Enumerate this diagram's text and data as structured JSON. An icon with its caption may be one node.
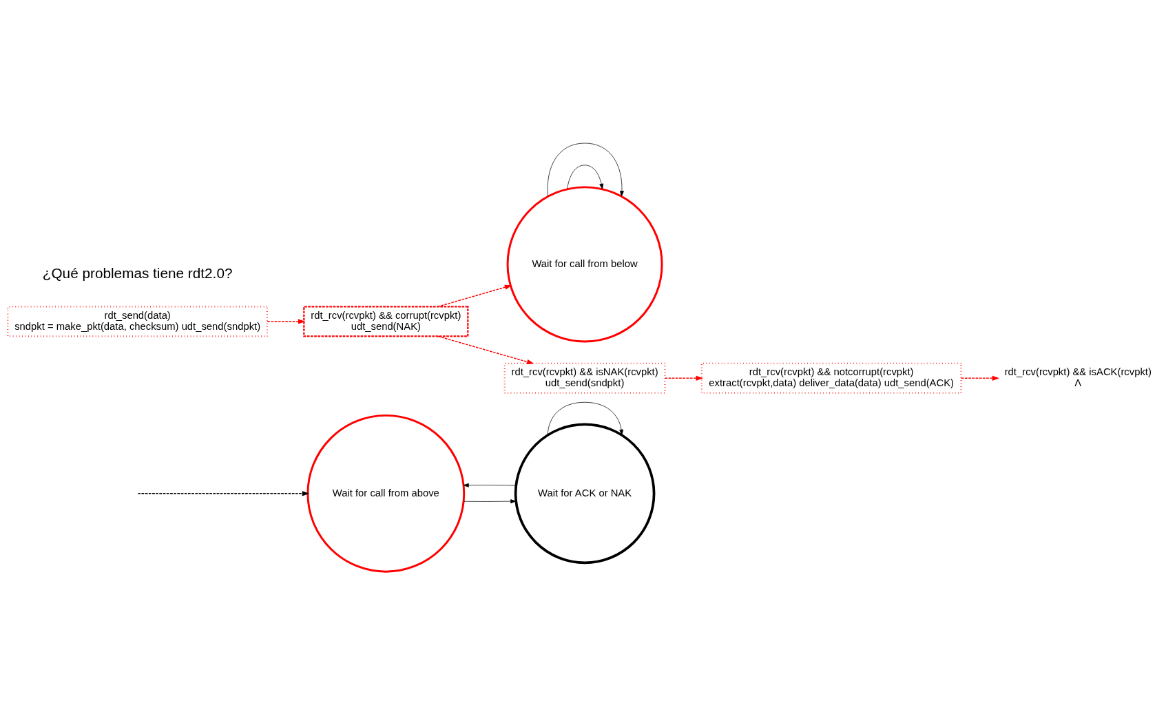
{
  "diagram": {
    "nodes": [
      {
        "text": [
          "Wait for call from above"
        ]
      },
      {
        "text": [
          "Wait for ACK or NAK"
        ]
      },
      {
        "text": [
          "Wait for call from below"
        ]
      },
      {
        "text": [
          "rdt_send(data)",
          "sndpkt = make_pkt(data, checksum) udt_send(sndpkt)"
        ]
      },
      {
        "text": [
          "rdt_rcv(rcvpkt) && isNAK(rcvpkt)",
          "udt_send(sndpkt)"
        ]
      },
      {
        "text": [
          "rdt_rcv(rcvpkt) && isACK(rcvpkt)",
          "Λ"
        ]
      },
      {
        "text": [
          "rdt_rcv(rcvpkt) && corrupt(rcvpkt)",
          "udt_send(NAK)"
        ]
      },
      {
        "text": [
          "rdt_rcv(rcvpkt) && notcorrupt(rcvpkt)",
          "extract(rcvpkt,data) deliver_data(data) udt_send(ACK)"
        ]
      }
    ],
    "edges": [
      {
        "from": null,
        "to": 0,
        "arrow": "to",
        "style": "dashed"
      },
      {
        "from": 0,
        "to": 1,
        "arrow": "to"
      },
      {
        "from": 1,
        "to": 1,
        "arrow": "to"
      },
      {
        "from": 1,
        "to": 0,
        "arrow": "to"
      },
      {
        "from": 2,
        "to": 2,
        "arrow": "to"
      },
      {
        "from": 2,
        "to": 2,
        "arrow": "to"
      },
      {
        "from": 3,
        "to": 6,
        "arrow": "to",
        "style": "dashed",
        "color": "#ff0000"
      },
      {
        "from": 6,
        "to": 4,
        "arrow": "to",
        "style": "dashed",
        "color": "#ff0000"
      },
      {
        "from": 6,
        "to": 2,
        "arrow": "to",
        "style": "dashed",
        "color": "#ff0000"
      },
      {
        "from": 4,
        "to": 7,
        "arrow": "to",
        "style": "dashed",
        "color": "#ff0000"
      },
      {
        "from": 7,
        "to": 5,
        "arrow": "to",
        "style": "dashed",
        "color": "#ff0000"
      }
    ],
    "labels": [
      "¿Qué problemas tiene rdt2.0?"
    ]
  }
}
